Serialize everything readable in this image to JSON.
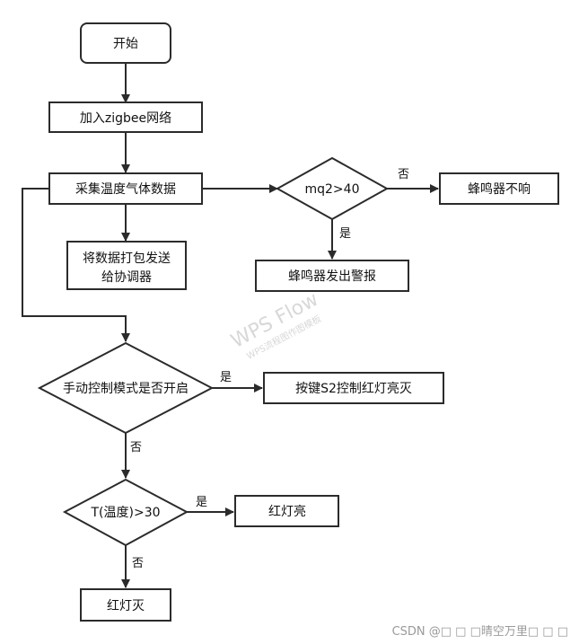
{
  "nodes": {
    "start": "开始",
    "join": "加入zigbee网络",
    "collect": "采集温度气体数据",
    "pack_line1": "将数据打包发送",
    "pack_line2": "给协调器",
    "mq2": "mq2>40",
    "buzzer_off": "蜂鸣器不响",
    "buzzer_alarm": "蜂鸣器发出警报",
    "manual_check": "手动控制模式是否开启",
    "key_control": "按键S2控制红灯亮灭",
    "temp_check": "T(温度)>30",
    "red_on": "红灯亮",
    "red_off": "红灯灭"
  },
  "edge_labels": {
    "mq2_no": "否",
    "mq2_yes": "是",
    "manual_yes": "是",
    "manual_no": "否",
    "temp_yes": "是",
    "temp_no": "否"
  },
  "watermark": {
    "line1": "WPS Flow",
    "line2": "WPS流程图作图模板"
  },
  "credit": "CSDN @□ □ □晴空万里□ □ □"
}
